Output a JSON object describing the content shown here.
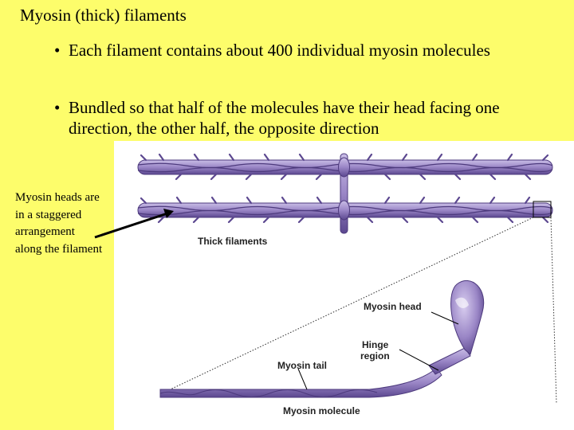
{
  "title": "Myosin (thick) filaments",
  "bullets": [
    {
      "marker": "•",
      "text": "Each filament contains about 400 individual myosin molecules"
    },
    {
      "marker": "•",
      "text": "Bundled so that half of the molecules have their head facing one direction, the other half, the opposite direction"
    }
  ],
  "side_note": "Myosin heads are in a staggered arrangement along the filament",
  "diagram": {
    "labels": {
      "thick_filaments": "Thick filaments",
      "myosin_head": "Myosin head",
      "hinge_region_line1": "Hinge",
      "hinge_region_line2": "region",
      "myosin_tail": "Myosin tail",
      "myosin_molecule": "Myosin molecule"
    },
    "icons": [
      "thick-filament-illustration",
      "myosin-molecule-illustration",
      "pointer-arrow"
    ],
    "colors": {
      "background": "#fdfd6b",
      "panel": "#ffffff",
      "filament": "#9a86c6",
      "filament_dark": "#4d3a7d",
      "filament_light": "#c9bde6"
    }
  }
}
